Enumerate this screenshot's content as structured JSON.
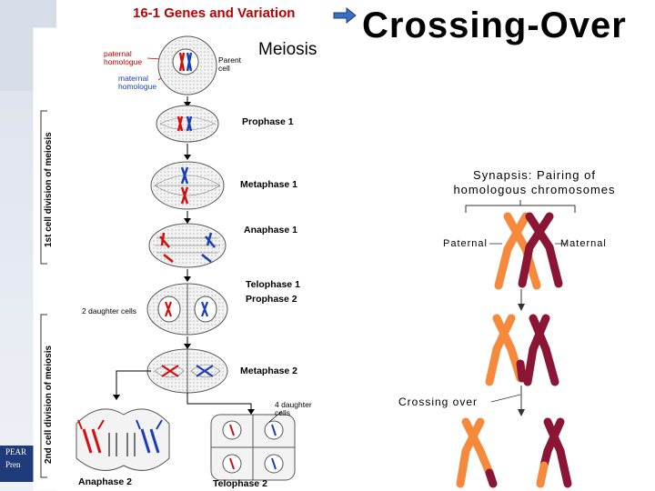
{
  "header": {
    "top_title": "16-1 Genes and Variation",
    "main_title": "Crossing-Over"
  },
  "meiosis_figure": {
    "title": "Meiosis",
    "labels": {
      "paternal_homologue": "paternal homologue",
      "maternal_homologue": "maternal homologue",
      "parent_cell": "Parent cell",
      "first_division": "1st cell division of meiosis",
      "second_division": "2nd cell division of meiosis",
      "two_daughter_cells": "2 daughter cells",
      "four_daughter_cells": "4 daughter cells"
    },
    "stages": {
      "prophase1": "Prophase 1",
      "metaphase1": "Metaphase 1",
      "anaphase1": "Anaphase 1",
      "telophase1": "Telophase 1",
      "prophase2": "Prophase 2",
      "metaphase2": "Metaphase 2",
      "anaphase2": "Anaphase 2",
      "telophase2": "Telophase 2"
    }
  },
  "crossing_figure": {
    "synapsis_title": "Synapsis: Pairing of homologous chromosomes",
    "paternal": "Paternal",
    "maternal": "Maternal",
    "crossing_over": "Crossing over"
  },
  "publisher": {
    "line1": "PEAR",
    "line2": "Pren"
  },
  "colors": {
    "title_red": "#c00000",
    "paternal_orange": "#f58a3c",
    "maternal_maroon": "#8b1535",
    "chromosome_red": "#d01010",
    "chromosome_blue": "#1a3fb5"
  }
}
